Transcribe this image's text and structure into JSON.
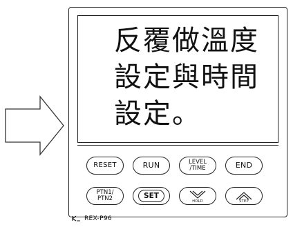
{
  "display": {
    "lines": [
      "反覆做溫度",
      "設定與時間",
      "設定。"
    ]
  },
  "keys": {
    "reset": "RESET",
    "run": "RUN",
    "level_top": "LEVEL",
    "level_bottom": "/TIME",
    "end": "END",
    "ptn_top": "PTN1/",
    "ptn_bottom": "PTN2",
    "set": "SET",
    "hold": "HOLD",
    "step": "STEP"
  },
  "brand": {
    "model": "REX-P96"
  },
  "icons": {
    "arrow": "right-arrow-icon",
    "logo": "rkc-logo-icon",
    "set_cycle": "cycle-arrow-icon",
    "hold": "chevron-down-icon",
    "step": "chevron-up-icon"
  }
}
